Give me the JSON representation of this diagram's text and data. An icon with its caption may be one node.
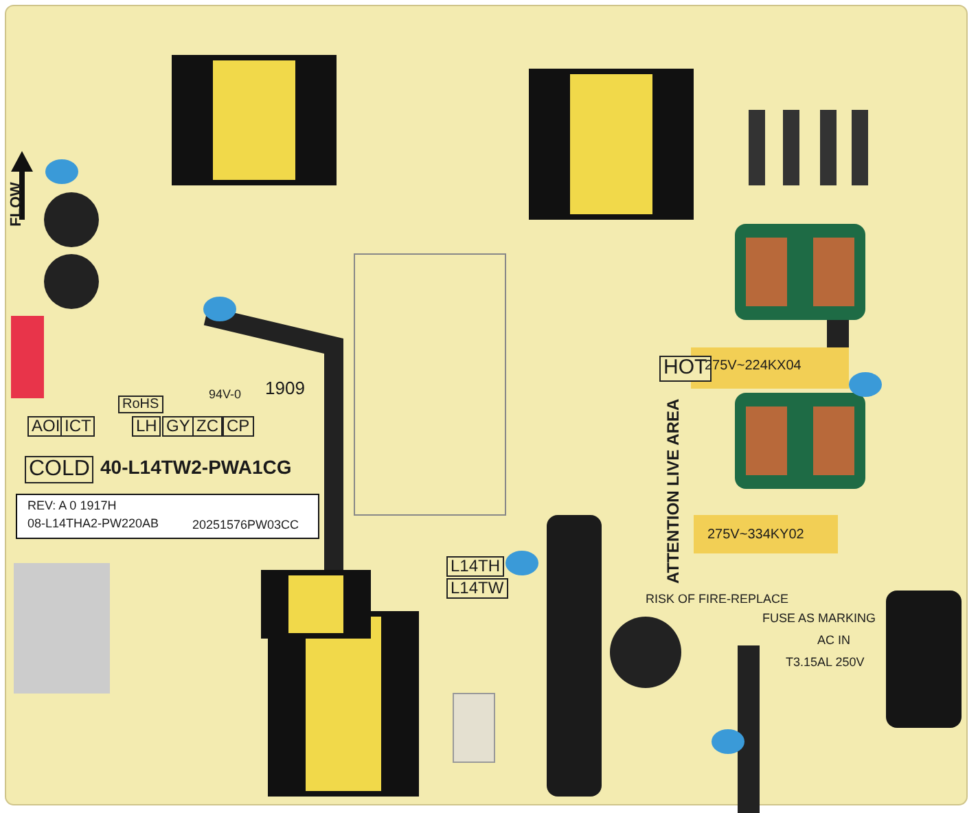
{
  "diagram": {
    "labels": [
      "FLOW",
      "RoHS",
      "94V-0",
      "1909",
      "AOI",
      "ICT",
      "LH",
      "GY",
      "ZC",
      "CP",
      "COLD",
      "40-L14TW2-PWA1CG",
      "REV: A 0 1917H",
      "08-L14THA2-PW220AB",
      "20251576PW03CC",
      "HOT",
      "275V~224KX04",
      "ATTENTION LIVE AREA",
      "275V~334KY02",
      "L14TH",
      "L14TW",
      "RISK OF FIRE-REPLACE",
      "FUSE AS MARKING",
      "AC IN",
      "T3.15AL 250V"
    ]
  }
}
